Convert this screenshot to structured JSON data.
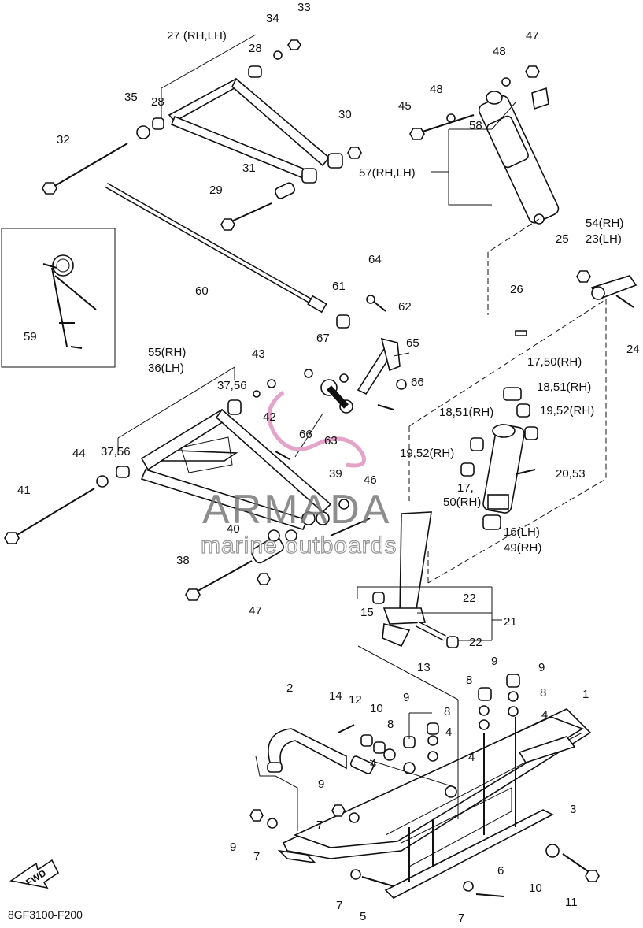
{
  "diagram": {
    "code": "8GF3100-F200",
    "fwd_label": "FWD",
    "watermark": {
      "brand": "ARMADA",
      "tagline": "marine outboards",
      "logo_color": "#e4a3c8"
    },
    "labels": [
      {
        "id": "l-1",
        "text": "1"
      },
      {
        "id": "l-2",
        "text": "2"
      },
      {
        "id": "l-3",
        "text": "3"
      },
      {
        "id": "l-4a",
        "text": "4"
      },
      {
        "id": "l-4b",
        "text": "4"
      },
      {
        "id": "l-4c",
        "text": "4"
      },
      {
        "id": "l-4d",
        "text": "4"
      },
      {
        "id": "l-5",
        "text": "5"
      },
      {
        "id": "l-6",
        "text": "6"
      },
      {
        "id": "l-7a",
        "text": "7"
      },
      {
        "id": "l-7b",
        "text": "7"
      },
      {
        "id": "l-7c",
        "text": "7"
      },
      {
        "id": "l-7d",
        "text": "7"
      },
      {
        "id": "l-8a",
        "text": "8"
      },
      {
        "id": "l-8b",
        "text": "8"
      },
      {
        "id": "l-8c",
        "text": "8"
      },
      {
        "id": "l-8d",
        "text": "8"
      },
      {
        "id": "l-9a",
        "text": "9"
      },
      {
        "id": "l-9b",
        "text": "9"
      },
      {
        "id": "l-9c",
        "text": "9"
      },
      {
        "id": "l-9d",
        "text": "9"
      },
      {
        "id": "l-9e",
        "text": "9"
      },
      {
        "id": "l-10a",
        "text": "10"
      },
      {
        "id": "l-10b",
        "text": "10"
      },
      {
        "id": "l-11",
        "text": "11"
      },
      {
        "id": "l-12",
        "text": "12"
      },
      {
        "id": "l-13",
        "text": "13"
      },
      {
        "id": "l-14",
        "text": "14"
      },
      {
        "id": "l-15",
        "text": "15"
      },
      {
        "id": "l-16",
        "text": "16(LH)"
      },
      {
        "id": "l-49",
        "text": "49(RH)"
      },
      {
        "id": "l-17a",
        "text": "17,50(RH)"
      },
      {
        "id": "l-17b",
        "text": "17,"
      },
      {
        "id": "l-50",
        "text": "50(RH)"
      },
      {
        "id": "l-18a",
        "text": "18,51(RH)"
      },
      {
        "id": "l-18b",
        "text": "18,51(RH)"
      },
      {
        "id": "l-19a",
        "text": "19,52(RH)"
      },
      {
        "id": "l-19b",
        "text": "19,52(RH)"
      },
      {
        "id": "l-20",
        "text": "20,53"
      },
      {
        "id": "l-21",
        "text": "21"
      },
      {
        "id": "l-22a",
        "text": "22"
      },
      {
        "id": "l-22b",
        "text": "22"
      },
      {
        "id": "l-24",
        "text": "24"
      },
      {
        "id": "l-25",
        "text": "25"
      },
      {
        "id": "l-26",
        "text": "26"
      },
      {
        "id": "l-54",
        "text": "54(RH)"
      },
      {
        "id": "l-23",
        "text": "23(LH)"
      },
      {
        "id": "l-27",
        "text": "27 (RH,LH)"
      },
      {
        "id": "l-28a",
        "text": "28"
      },
      {
        "id": "l-28b",
        "text": "28"
      },
      {
        "id": "l-29",
        "text": "29"
      },
      {
        "id": "l-30",
        "text": "30"
      },
      {
        "id": "l-31",
        "text": "31"
      },
      {
        "id": "l-32",
        "text": "32"
      },
      {
        "id": "l-33",
        "text": "33"
      },
      {
        "id": "l-34",
        "text": "34"
      },
      {
        "id": "l-35",
        "text": "35"
      },
      {
        "id": "l-36",
        "text": "36(LH)"
      },
      {
        "id": "l-55",
        "text": "55(RH)"
      },
      {
        "id": "l-37a",
        "text": "37,56"
      },
      {
        "id": "l-37b",
        "text": "37,56"
      },
      {
        "id": "l-38",
        "text": "38"
      },
      {
        "id": "l-39",
        "text": "39"
      },
      {
        "id": "l-40",
        "text": "40"
      },
      {
        "id": "l-41",
        "text": "41"
      },
      {
        "id": "l-42",
        "text": "42"
      },
      {
        "id": "l-43",
        "text": "43"
      },
      {
        "id": "l-44",
        "text": "44"
      },
      {
        "id": "l-45",
        "text": "45"
      },
      {
        "id": "l-46",
        "text": "46"
      },
      {
        "id": "l-47a",
        "text": "47"
      },
      {
        "id": "l-47b",
        "text": "47"
      },
      {
        "id": "l-48a",
        "text": "48"
      },
      {
        "id": "l-48b",
        "text": "48"
      },
      {
        "id": "l-57",
        "text": "57(RH,LH)"
      },
      {
        "id": "l-58",
        "text": "58"
      },
      {
        "id": "l-59",
        "text": "59"
      },
      {
        "id": "l-60",
        "text": "60"
      },
      {
        "id": "l-61",
        "text": "61"
      },
      {
        "id": "l-62",
        "text": "62"
      },
      {
        "id": "l-63",
        "text": "63"
      },
      {
        "id": "l-64",
        "text": "64"
      },
      {
        "id": "l-65",
        "text": "65"
      },
      {
        "id": "l-66a",
        "text": "66"
      },
      {
        "id": "l-66b",
        "text": "66"
      },
      {
        "id": "l-67",
        "text": "67"
      }
    ]
  }
}
